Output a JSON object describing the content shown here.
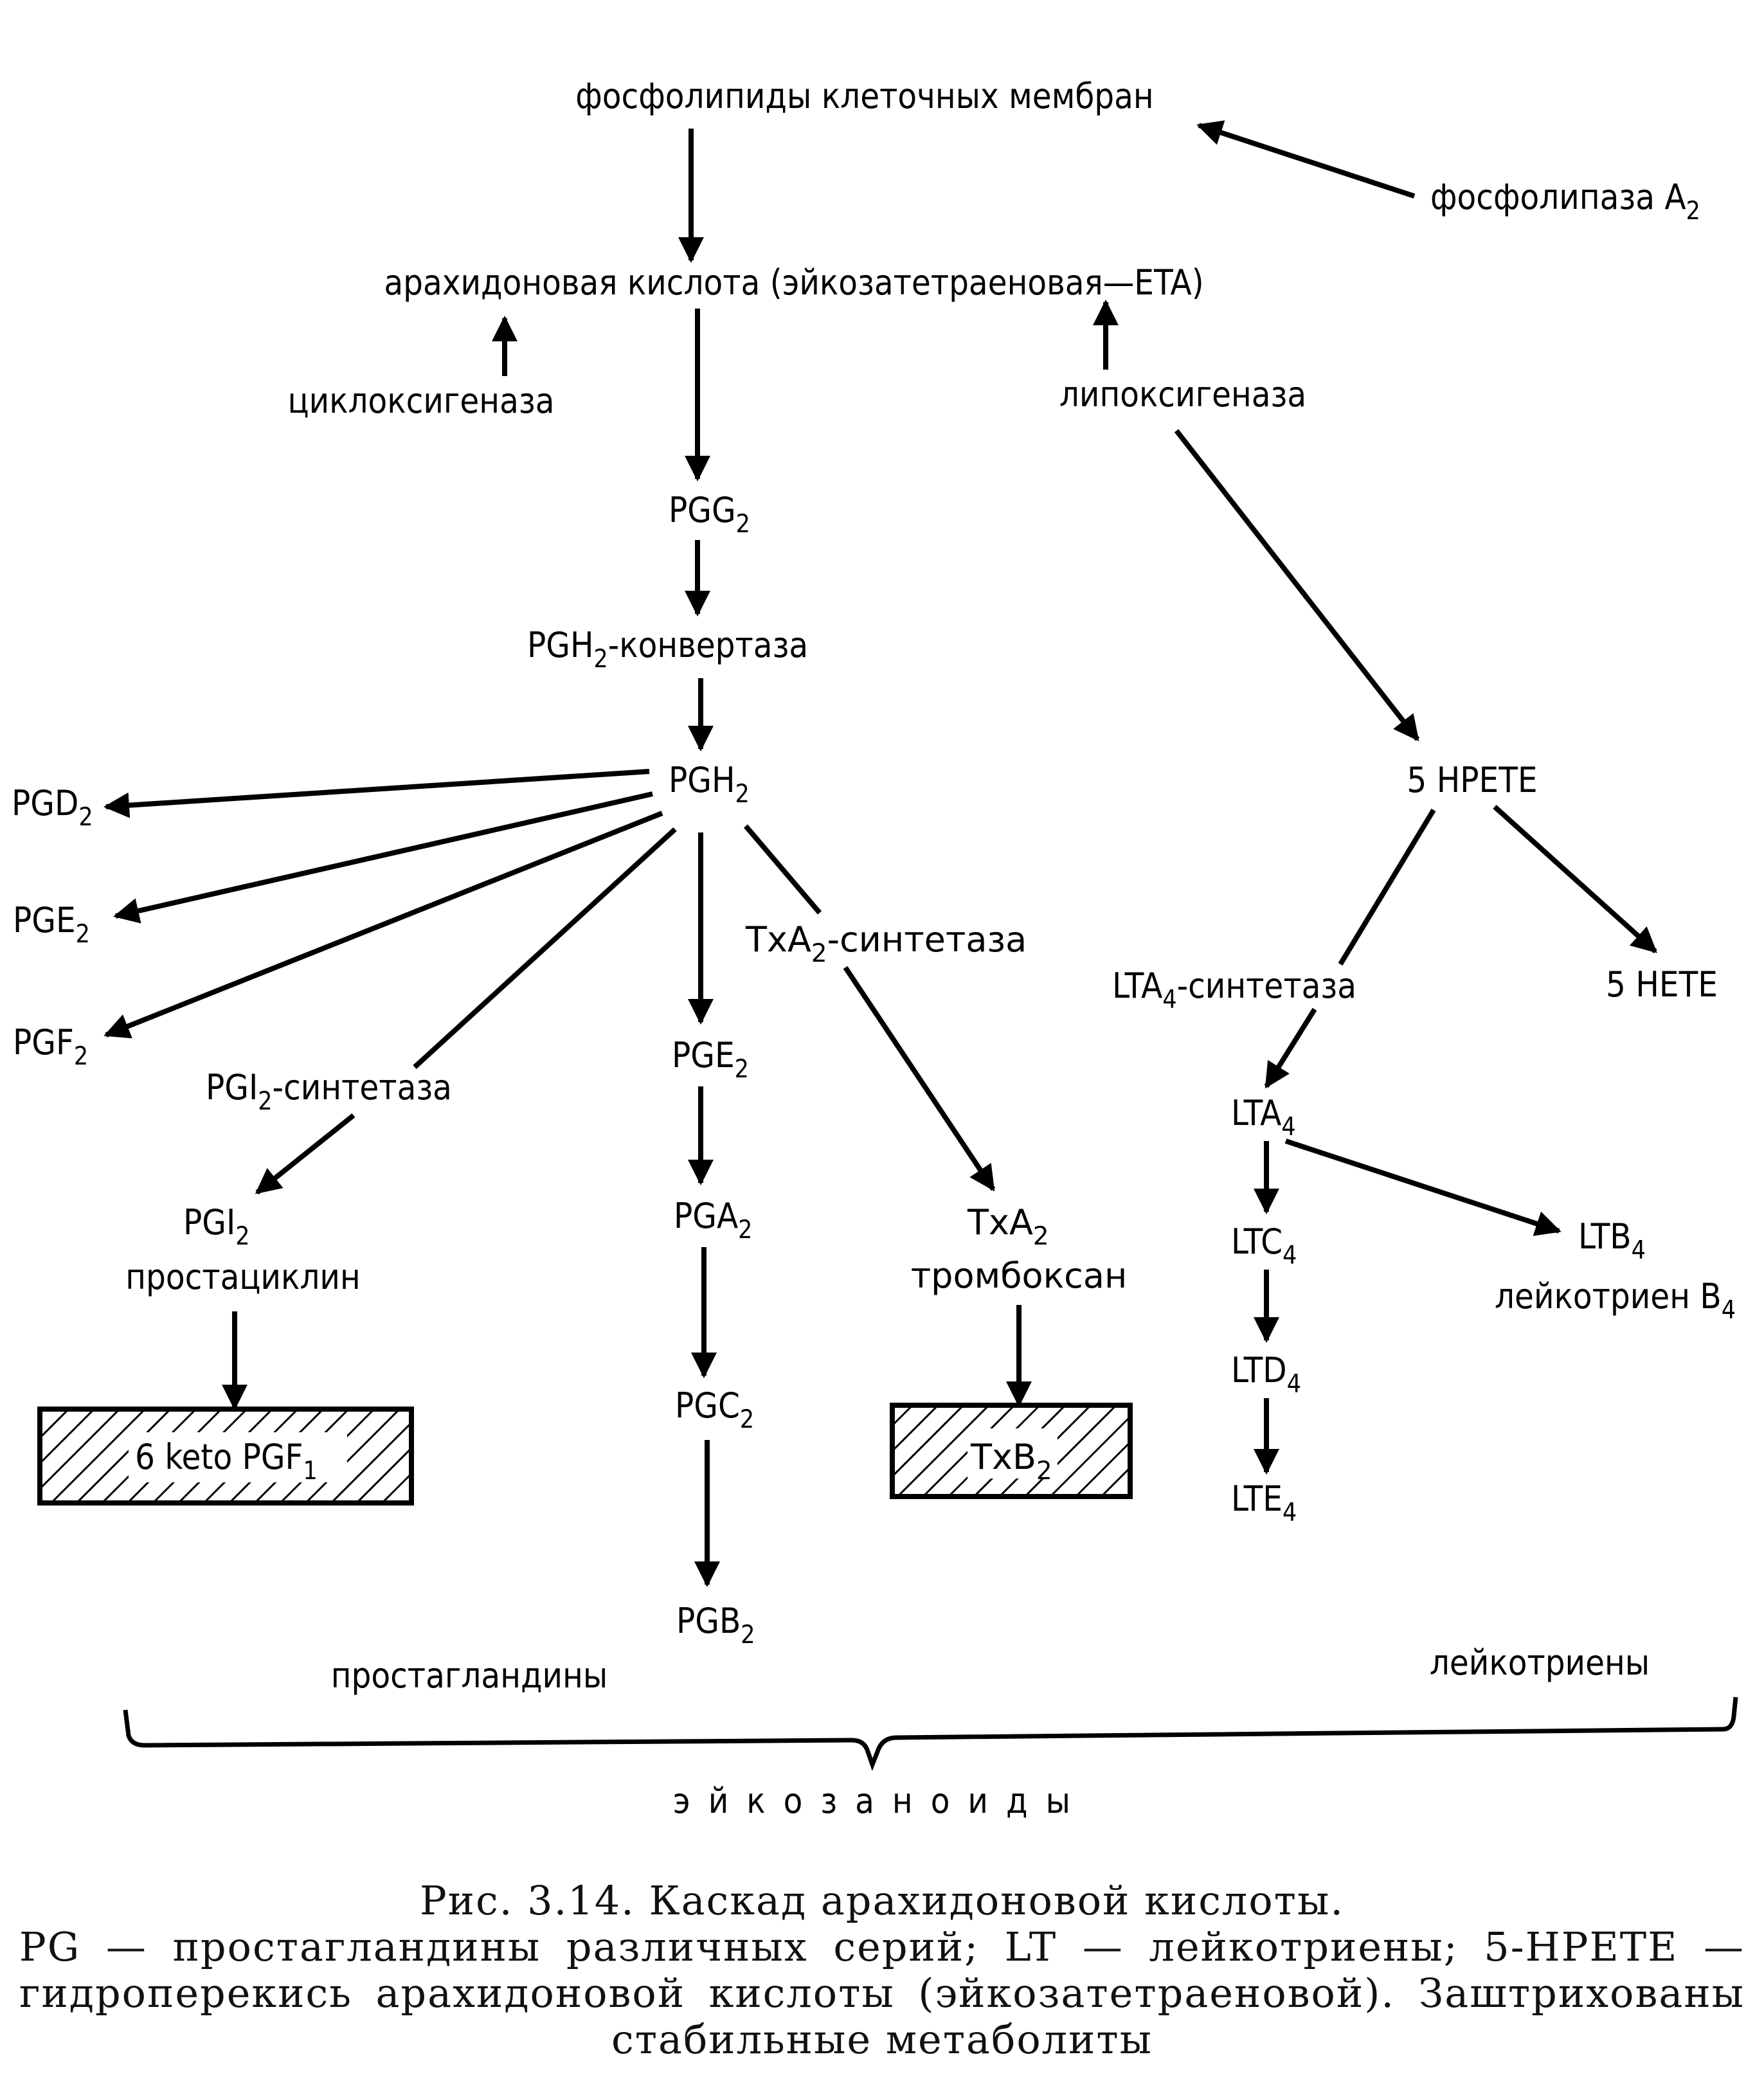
{
  "figure": {
    "nodes": {
      "phospholipids": "фосфолипиды клеточных мембран",
      "phospholipase": {
        "main": "фосфолипаза A",
        "sub": "2"
      },
      "arachidonic": "арахидоновая кислота (эйкозатетраеновая—ETA)",
      "cyclooxygenase": "циклоксигеназа",
      "lipoxygenase": "липоксигеназа",
      "pgg2": {
        "main": "PGG",
        "sub": "2"
      },
      "pgh2_convertase": {
        "main": "PGH",
        "sub": "2",
        "suffix": "-конвертаза"
      },
      "pgh2": {
        "main": "PGH",
        "sub": "2"
      },
      "pgd2": {
        "main": "PGD",
        "sub": "2"
      },
      "pge2_left": {
        "main": "PGE",
        "sub": "2"
      },
      "pgf2": {
        "main": "PGF",
        "sub": "2"
      },
      "pgi2_synthetase": {
        "main": "PGI",
        "sub": "2",
        "suffix": "-синтетаза"
      },
      "pgi2": {
        "main": "PGI",
        "sub": "2"
      },
      "prostacyclin": "простациклин",
      "keto_pgf1": {
        "main": "6 keto  PGF",
        "sub": "1"
      },
      "pge2": {
        "main": "PGE",
        "sub": "2"
      },
      "pga2": {
        "main": "PGA",
        "sub": "2"
      },
      "pgc2": {
        "main": "PGC",
        "sub": "2"
      },
      "pgb2": {
        "main": "PGB",
        "sub": "2"
      },
      "txa2_synthetase": {
        "main": "TxA",
        "sub": "2",
        "suffix": "-синтетаза"
      },
      "txa2": {
        "main": "TxA",
        "sub": "2"
      },
      "thromboxane": "тромбоксан",
      "txb2": {
        "main": "TxB",
        "sub": "2"
      },
      "hpete": "5 HPETE",
      "hete": "5 HETE",
      "lta4_synthetase": {
        "main": "LTA",
        "sub": "4",
        "suffix": "-синтетаза"
      },
      "lta4": {
        "main": "LTA",
        "sub": "4"
      },
      "ltc4": {
        "main": "LTC",
        "sub": "4"
      },
      "ltd4": {
        "main": "LTD",
        "sub": "4"
      },
      "lte4": {
        "main": "LTE",
        "sub": "4"
      },
      "ltb4": {
        "main": "LTB",
        "sub": "4"
      },
      "leukotriene_b4": {
        "main": "лейкотриен B",
        "sub": "4"
      }
    },
    "groups": {
      "prostaglandins": "простагландины",
      "leukotrienes": "лейкотриены",
      "eicosanoids": "эйкозаноиды"
    },
    "stable_metabolites": [
      "6 keto PGF1",
      "TxB2"
    ],
    "edges": [
      [
        "phospholipids",
        "arachidonic"
      ],
      [
        "phospholipase",
        "phospholipids"
      ],
      [
        "cyclooxygenase",
        "arachidonic"
      ],
      [
        "lipoxygenase",
        "arachidonic"
      ],
      [
        "arachidonic",
        "pgg2"
      ],
      [
        "pgg2",
        "pgh2_convertase"
      ],
      [
        "pgh2_convertase",
        "pgh2"
      ],
      [
        "pgh2",
        "pgd2"
      ],
      [
        "pgh2",
        "pge2_left"
      ],
      [
        "pgh2",
        "pgf2"
      ],
      [
        "pgh2",
        "pgi2_synthetase"
      ],
      [
        "pgi2_synthetase",
        "pgi2"
      ],
      [
        "pgi2",
        "keto_pgf1"
      ],
      [
        "pgh2",
        "pge2"
      ],
      [
        "pge2",
        "pga2"
      ],
      [
        "pga2",
        "pgc2"
      ],
      [
        "pgc2",
        "pgb2"
      ],
      [
        "pgh2",
        "txa2_synthetase"
      ],
      [
        "txa2_synthetase",
        "txa2"
      ],
      [
        "txa2",
        "txb2"
      ],
      [
        "lipoxygenase",
        "hpete"
      ],
      [
        "hpete",
        "lta4_synthetase"
      ],
      [
        "hpete",
        "hete"
      ],
      [
        "lta4_synthetase",
        "lta4"
      ],
      [
        "lta4",
        "ltc4"
      ],
      [
        "lta4",
        "ltb4"
      ],
      [
        "ltc4",
        "ltd4"
      ],
      [
        "ltd4",
        "lte4"
      ]
    ]
  },
  "caption": {
    "title": "Рис. 3.14. Каскад арахидоновой кислоты.",
    "line1": "PG — простагландины различных серий; LT — лейкотриены; 5-HPETE —",
    "line2": "гидроперекись арахидоновой кислоты (эйкозатетраеновой). Заштрихованы",
    "line3": "стабильные метаболиты"
  }
}
